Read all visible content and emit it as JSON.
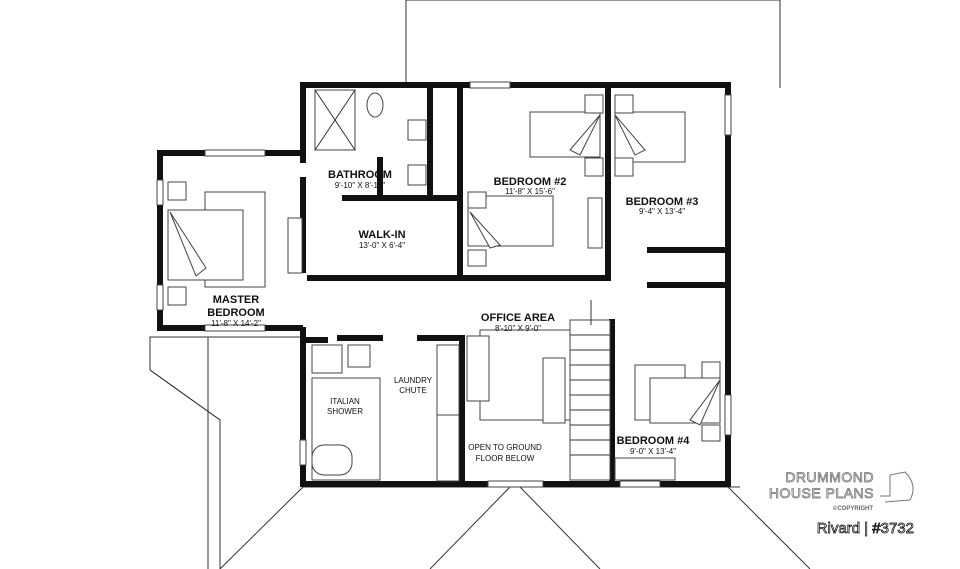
{
  "rooms": {
    "master": {
      "name1": "MASTER",
      "name2": "BEDROOM",
      "dims": "11'-8\" X 14'-2\""
    },
    "bathroom": {
      "name": "BATHROOM",
      "dims": "9'-10\" X 8'-10\""
    },
    "walkin": {
      "name": "WALK-IN",
      "dims": "13'-0\" X 6'-4\""
    },
    "bedroom2": {
      "name": "BEDROOM #2",
      "dims": "11'-8\" X 15'-6\""
    },
    "bedroom3": {
      "name": "BEDROOM #3",
      "dims": "9'-4\" X 13'-4\""
    },
    "office": {
      "name": "OFFICE AREA",
      "dims": "8'-10\" X 9'-0\""
    },
    "bedroom4": {
      "name": "BEDROOM #4",
      "dims": "9'-0\" X 13'-4\""
    },
    "shower": {
      "line1": "ITALIAN",
      "line2": "SHOWER"
    },
    "laundry": {
      "line1": "LAUNDRY",
      "line2": "CHUTE"
    },
    "open": {
      "line1": "OPEN TO GROUND",
      "line2": "FLOOR BELOW"
    }
  },
  "branding": {
    "line1": "DRUMMOND",
    "line2": "HOUSE PLANS",
    "copyright": "©COPYRIGHT",
    "plan_label": "Rivard | #3732"
  }
}
